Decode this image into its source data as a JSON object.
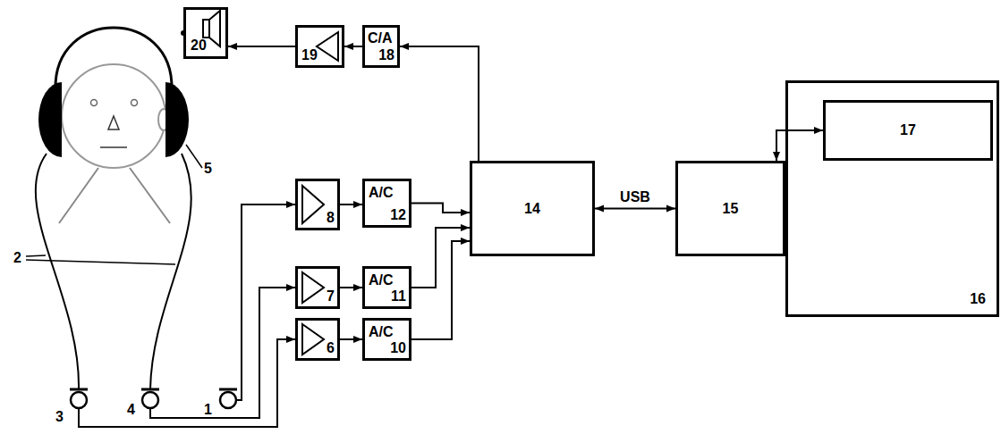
{
  "diagram": {
    "nodes": [
      {
        "text": [
          "20"
        ]
      },
      {
        "text": [
          "19"
        ]
      },
      {
        "text": [
          "C/A",
          "18"
        ]
      },
      {
        "text": [
          "8"
        ]
      },
      {
        "text": [
          "A/C",
          "12"
        ]
      },
      {
        "text": [
          "7"
        ]
      },
      {
        "text": [
          "A/C",
          "11"
        ]
      },
      {
        "text": [
          "6"
        ]
      },
      {
        "text": [
          "A/C",
          "10"
        ]
      },
      {
        "text": [
          "14"
        ]
      },
      {
        "text": [
          "15"
        ]
      },
      {
        "text": [
          "16"
        ]
      },
      {
        "text": [
          "17"
        ],
        "in": 11
      }
    ],
    "edges": [
      {
        "from": 1,
        "to": 0,
        "arrow": "to"
      },
      {
        "from": 2,
        "to": 1,
        "arrow": "to"
      },
      {
        "from": 9,
        "to": 2,
        "arrow": "to"
      },
      {
        "from": 3,
        "to": 4,
        "arrow": "to"
      },
      {
        "from": 5,
        "to": 6,
        "arrow": "to"
      },
      {
        "from": 7,
        "to": 8,
        "arrow": "to"
      },
      {
        "from": 4,
        "to": 9,
        "arrow": "to"
      },
      {
        "from": 6,
        "to": 9,
        "arrow": "to"
      },
      {
        "from": 8,
        "to": 9,
        "arrow": "to"
      },
      {
        "from": 9,
        "to": 10,
        "label": "USB",
        "arrow": "both"
      },
      {
        "from": 10,
        "to": 12,
        "arrow": "both"
      }
    ],
    "labels": [
      "5",
      "2",
      "3",
      "4",
      "1"
    ]
  }
}
